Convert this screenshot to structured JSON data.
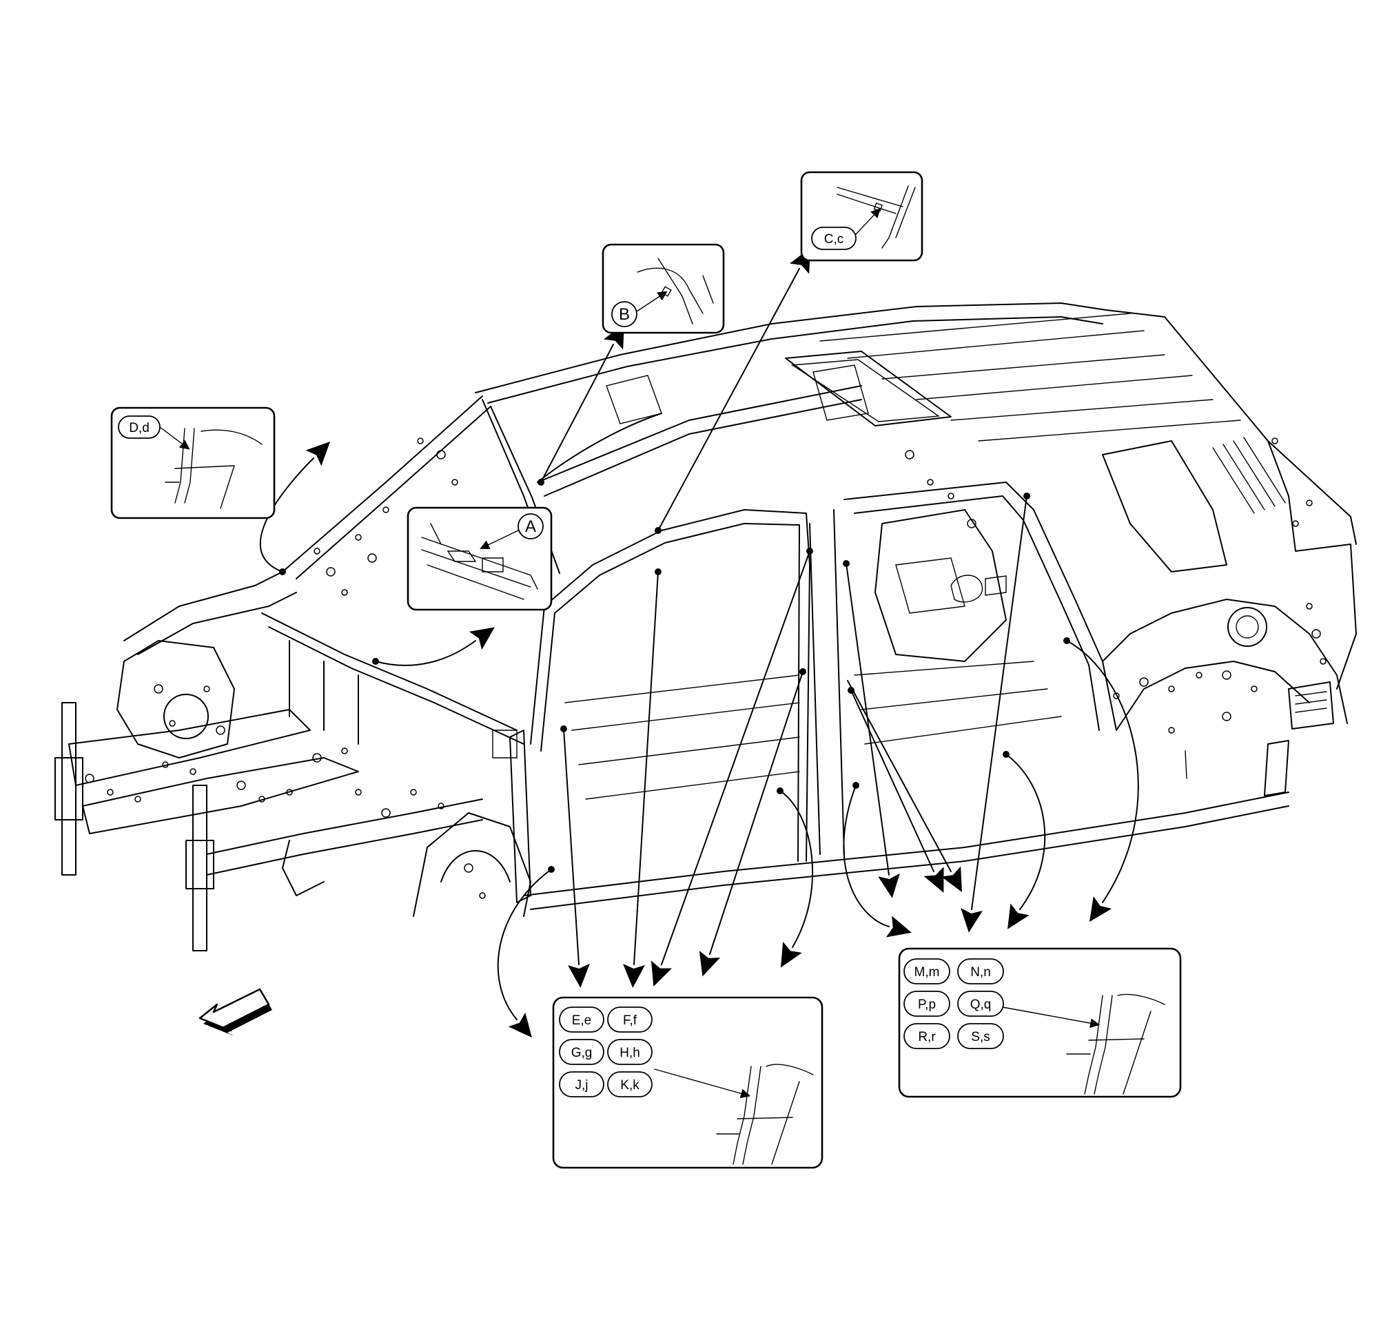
{
  "insets": {
    "a": {
      "label": "A"
    },
    "b": {
      "label": "B"
    },
    "c": {
      "label": "C,c"
    },
    "d": {
      "label": "D,d"
    },
    "front_group": {
      "labels": [
        "E,e",
        "F,f",
        "G,g",
        "H,h",
        "J,j",
        "K,k"
      ]
    },
    "rear_group": {
      "labels": [
        "M,m",
        "N,n",
        "P,p",
        "Q,q",
        "R,r",
        "S,s"
      ]
    }
  },
  "icons": {
    "direction": "front-direction-arrow-icon",
    "leader": "leader-arrow-icon"
  },
  "colors": {
    "line": "#000000",
    "background": "#ffffff"
  }
}
